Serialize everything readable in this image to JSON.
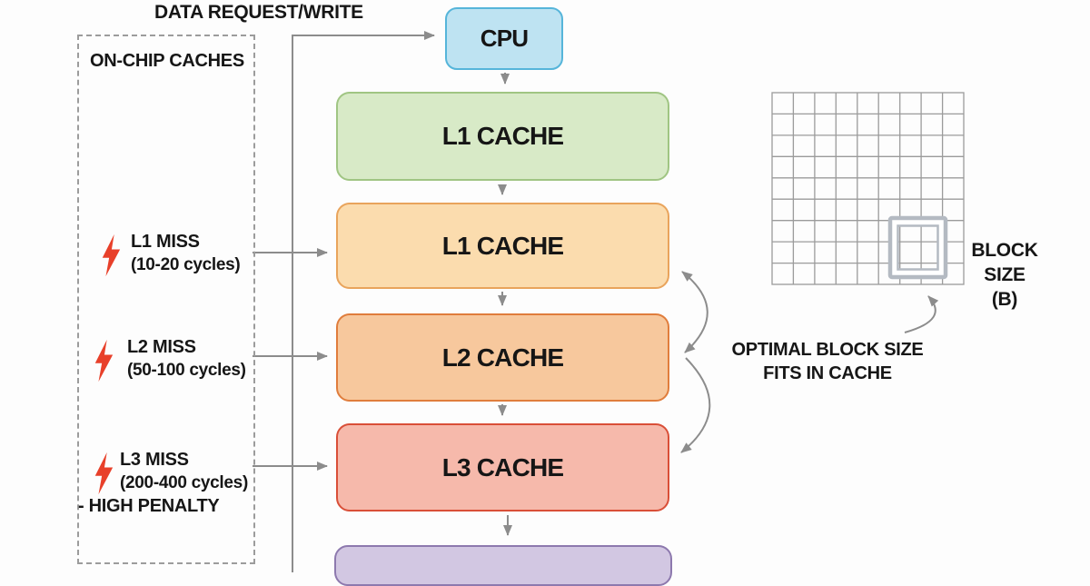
{
  "diagram": {
    "flow_label": "DATA REQUEST/WRITE",
    "on_chip_label": "ON-CHIP CACHES",
    "nodes": {
      "cpu": {
        "label": "CPU",
        "fill": "#bee3f2",
        "border": "#56b5da"
      },
      "l1a": {
        "label": "L1 CACHE",
        "fill": "#d8eac7",
        "border": "#a0c583"
      },
      "l1b": {
        "label": "L1 CACHE",
        "fill": "#fbdcae",
        "border": "#e9a45c"
      },
      "l2": {
        "label": "L2 CACHE",
        "fill": "#f7c89d",
        "border": "#e07d3c"
      },
      "l3": {
        "label": "L3 CACHE",
        "fill": "#f6b9ab",
        "border": "#d94f38"
      },
      "mem": {
        "label": "",
        "fill": "#d2c7e2",
        "border": "#8d79ae"
      }
    },
    "misses": [
      {
        "title": "L1 MISS",
        "cycles": "(10-20 cycles)"
      },
      {
        "title": "L2 MISS",
        "cycles": "(50-100 cycles)"
      },
      {
        "title": "L3 MISS",
        "cycles": "(200-400 cycles)",
        "note": "- HIGH PENALTY"
      }
    ],
    "block_note": {
      "line1": "OPTIMAL BLOCK SIZE",
      "line2": "FITS IN CACHE"
    },
    "block_caption": {
      "line1": "BLOCK SIZE",
      "line2": "(B)"
    },
    "colors": {
      "arrow": "#8c8c8c",
      "grid_line": "#9b9b9b",
      "block_highlight": "#b4bac2",
      "lightning": "#e8402a",
      "text": "#161616"
    }
  }
}
